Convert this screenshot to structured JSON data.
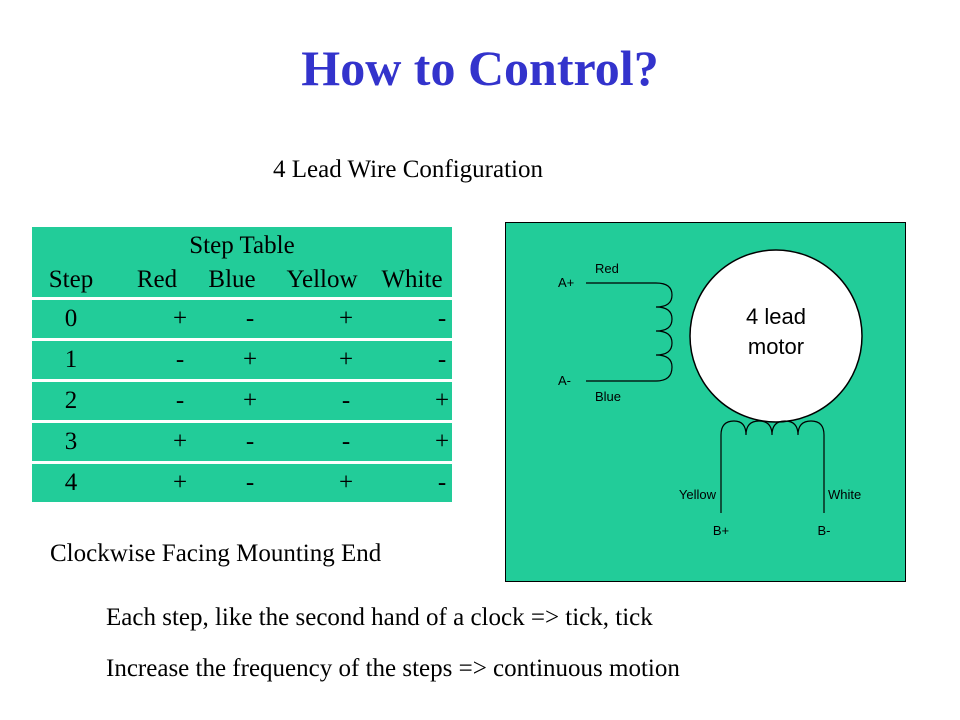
{
  "slide": {
    "title": "How to Control?",
    "subtitle": "4 Lead Wire Configuration",
    "caption": "Clockwise Facing Mounting End",
    "bullets": [
      "Each step, like the second hand of a clock => tick, tick",
      "Increase the frequency of the steps => continuous motion"
    ]
  },
  "step_table": {
    "title": "Step Table",
    "columns": [
      "Step",
      "Red",
      "Blue",
      "Yellow",
      "White"
    ],
    "rows": [
      [
        "0",
        "+",
        "-",
        "+",
        "-"
      ],
      [
        "1",
        "-",
        "+",
        "+",
        "-"
      ],
      [
        "2",
        "-",
        "+",
        "-",
        "+"
      ],
      [
        "3",
        "+",
        "-",
        "-",
        "+"
      ],
      [
        "4",
        "+",
        "-",
        "+",
        "-"
      ]
    ],
    "fill_color": "#22cc99"
  },
  "diagram": {
    "motor_label_line1": "4 lead",
    "motor_label_line2": "motor",
    "labels": {
      "red": "Red",
      "blue": "Blue",
      "a_plus": "A+",
      "a_minus": "A-",
      "yellow": "Yellow",
      "white": "White",
      "b_plus": "B+",
      "b_minus": "B-"
    },
    "background_color": "#22cc99"
  },
  "colors": {
    "title": "#3333cc"
  }
}
